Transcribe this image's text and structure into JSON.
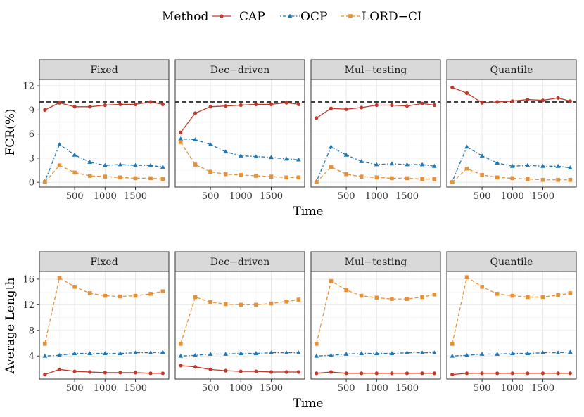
{
  "legend": {
    "title": "Method",
    "entries": [
      {
        "label": "CAP",
        "color": "#C0392B",
        "marker": "circle",
        "dash": "solid"
      },
      {
        "label": "OCP",
        "color": "#1F77B4",
        "marker": "triangle",
        "dash": "dotdash"
      },
      {
        "label": "LORD−CI",
        "color": "#E69138",
        "marker": "square",
        "dash": "dashed"
      }
    ]
  },
  "chart_data": [
    {
      "type": "line",
      "facets": [
        "Fixed",
        "Dec−driven",
        "Mul−testing",
        "Quantile"
      ],
      "xlabel": "Time",
      "ylabel": "FCR(%)",
      "x": [
        10,
        250,
        500,
        750,
        1000,
        1250,
        1500,
        1750,
        1950
      ],
      "xticks": [
        "500",
        "1000",
        "1500"
      ],
      "xlim": [
        -80,
        2050
      ],
      "ylim": [
        -0.6,
        12.8
      ],
      "yticks": [
        "0",
        "3",
        "6",
        "9",
        "12"
      ],
      "reference_line": 10,
      "grid": true,
      "panels": [
        {
          "facet": "Fixed",
          "series": [
            {
              "name": "CAP",
              "values": [
                9.0,
                9.9,
                9.4,
                9.4,
                9.6,
                9.7,
                9.7,
                10.0,
                9.7
              ]
            },
            {
              "name": "OCP",
              "values": [
                0.1,
                4.7,
                3.4,
                2.5,
                2.1,
                2.2,
                2.1,
                2.1,
                1.9
              ]
            },
            {
              "name": "LORD−CI",
              "values": [
                0.0,
                2.1,
                1.2,
                0.8,
                0.7,
                0.6,
                0.5,
                0.5,
                0.4
              ]
            }
          ]
        },
        {
          "facet": "Dec−driven",
          "series": [
            {
              "name": "CAP",
              "values": [
                6.2,
                8.6,
                9.4,
                9.5,
                9.6,
                9.7,
                9.7,
                9.9,
                9.7
              ]
            },
            {
              "name": "OCP",
              "values": [
                5.4,
                5.3,
                4.7,
                3.8,
                3.3,
                3.2,
                3.1,
                2.9,
                2.8
              ]
            },
            {
              "name": "LORD−CI",
              "values": [
                5.0,
                2.2,
                1.3,
                1.0,
                0.9,
                0.8,
                0.7,
                0.6,
                0.6
              ]
            }
          ]
        },
        {
          "facet": "Mul−testing",
          "series": [
            {
              "name": "CAP",
              "values": [
                8.0,
                9.2,
                9.1,
                9.3,
                9.6,
                9.6,
                9.5,
                9.8,
                9.6
              ]
            },
            {
              "name": "OCP",
              "values": [
                0.1,
                4.4,
                3.4,
                2.6,
                2.2,
                2.3,
                2.2,
                2.2,
                2.0
              ]
            },
            {
              "name": "LORD−CI",
              "values": [
                0.0,
                1.9,
                1.0,
                0.7,
                0.6,
                0.5,
                0.5,
                0.4,
                0.4
              ]
            }
          ]
        },
        {
          "facet": "Quantile",
          "series": [
            {
              "name": "CAP",
              "values": [
                11.8,
                11.1,
                9.9,
                10.0,
                10.1,
                10.3,
                10.2,
                10.5,
                10.1
              ]
            },
            {
              "name": "OCP",
              "values": [
                0.1,
                4.4,
                3.3,
                2.4,
                2.0,
                2.1,
                2.0,
                2.0,
                1.8
              ]
            },
            {
              "name": "LORD−CI",
              "values": [
                0.0,
                1.7,
                0.9,
                0.6,
                0.5,
                0.4,
                0.3,
                0.3,
                0.3
              ]
            }
          ]
        }
      ]
    },
    {
      "type": "line",
      "facets": [
        "Fixed",
        "Dec−driven",
        "Mul−testing",
        "Quantile"
      ],
      "xlabel": "Time",
      "ylabel": "Average Length",
      "x": [
        10,
        250,
        500,
        750,
        1000,
        1250,
        1500,
        1750,
        1950
      ],
      "xticks": [
        "500",
        "1000",
        "1500"
      ],
      "xlim": [
        -80,
        2050
      ],
      "ylim": [
        0.4,
        17.2
      ],
      "yticks": [
        "4",
        "8",
        "12",
        "16"
      ],
      "grid": true,
      "panels": [
        {
          "facet": "Fixed",
          "series": [
            {
              "name": "CAP",
              "values": [
                1.1,
                1.9,
                1.6,
                1.5,
                1.4,
                1.4,
                1.4,
                1.3,
                1.3
              ]
            },
            {
              "name": "OCP",
              "values": [
                4.0,
                4.1,
                4.4,
                4.4,
                4.4,
                4.4,
                4.5,
                4.5,
                4.6
              ]
            },
            {
              "name": "LORD−CI",
              "values": [
                5.9,
                16.2,
                14.8,
                13.8,
                13.4,
                13.3,
                13.4,
                13.7,
                14.1
              ]
            }
          ]
        },
        {
          "facet": "Dec−driven",
          "series": [
            {
              "name": "CAP",
              "values": [
                2.5,
                2.3,
                1.9,
                1.7,
                1.6,
                1.6,
                1.5,
                1.5,
                1.5
              ]
            },
            {
              "name": "OCP",
              "values": [
                4.0,
                4.1,
                4.3,
                4.3,
                4.4,
                4.4,
                4.5,
                4.5,
                4.5
              ]
            },
            {
              "name": "LORD−CI",
              "values": [
                5.9,
                13.2,
                12.4,
                12.1,
                12.0,
                12.0,
                12.2,
                12.5,
                12.8
              ]
            }
          ]
        },
        {
          "facet": "Mul−testing",
          "series": [
            {
              "name": "CAP",
              "values": [
                1.3,
                1.5,
                1.3,
                1.3,
                1.3,
                1.3,
                1.3,
                1.3,
                1.3
              ]
            },
            {
              "name": "OCP",
              "values": [
                4.0,
                4.1,
                4.3,
                4.4,
                4.4,
                4.4,
                4.5,
                4.5,
                4.5
              ]
            },
            {
              "name": "LORD−CI",
              "values": [
                5.9,
                15.7,
                14.3,
                13.4,
                13.1,
                12.9,
                12.9,
                13.2,
                13.6
              ]
            }
          ]
        },
        {
          "facet": "Quantile",
          "series": [
            {
              "name": "CAP",
              "values": [
                1.1,
                1.3,
                1.3,
                1.3,
                1.3,
                1.3,
                1.3,
                1.3,
                1.3
              ]
            },
            {
              "name": "OCP",
              "values": [
                4.0,
                4.1,
                4.3,
                4.3,
                4.4,
                4.4,
                4.5,
                4.5,
                4.6
              ]
            },
            {
              "name": "LORD−CI",
              "values": [
                5.9,
                16.3,
                14.8,
                13.7,
                13.4,
                13.2,
                13.2,
                13.5,
                13.8
              ]
            }
          ]
        }
      ]
    }
  ]
}
